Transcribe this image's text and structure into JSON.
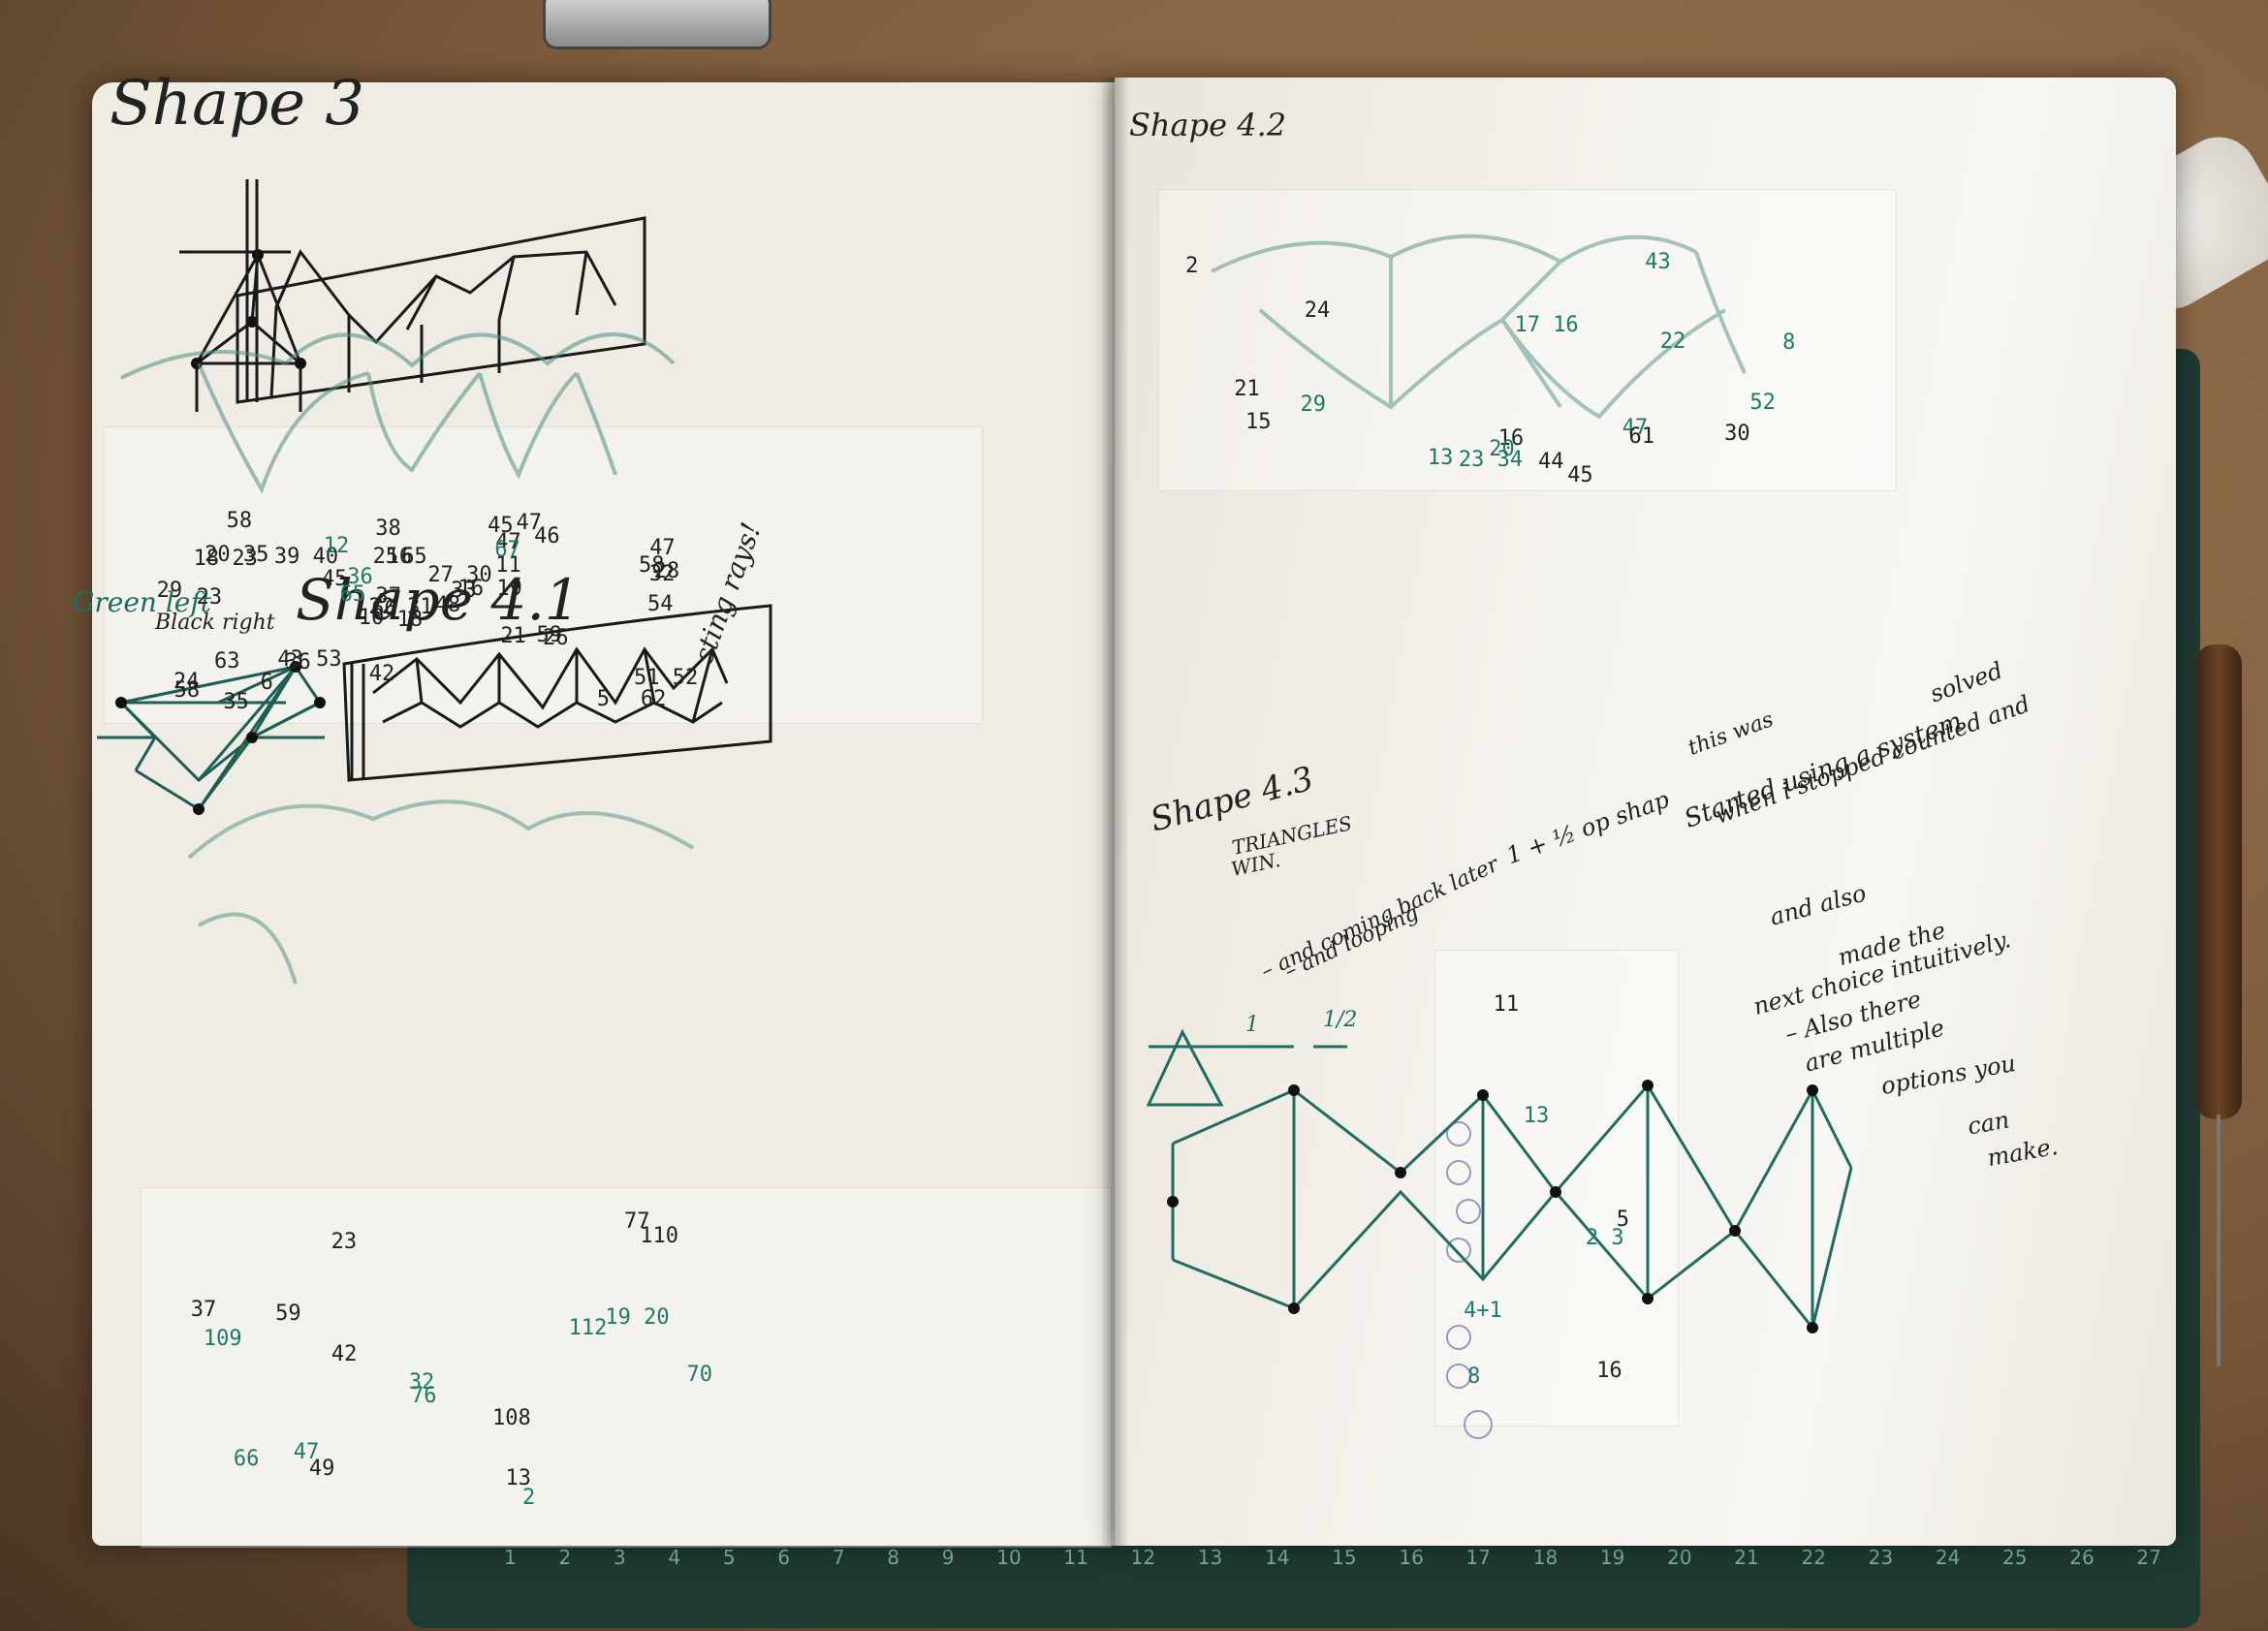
{
  "left_page": {
    "shape3": {
      "title": "Shape 3",
      "tracing_numbers": {
        "black": [
          "18",
          "18 23",
          "66",
          "24",
          "33",
          "36",
          "45",
          "65",
          "47",
          "48",
          "58",
          "62",
          "23",
          "47",
          "10",
          "11",
          "35",
          "25",
          "27 30",
          "63",
          "45",
          "58",
          "6",
          "16",
          "16 19",
          "26",
          "20 35",
          "38",
          "29",
          "21",
          "32",
          "22 31",
          "42",
          "37",
          "39 40",
          "46",
          "43 53",
          "5",
          "51 52",
          "59"
        ],
        "green": [
          "12",
          "58",
          "67",
          "28",
          "36",
          "54",
          "65",
          "47"
        ]
      }
    },
    "shape41": {
      "title": "Shape 4.1",
      "legend_green": "Green left",
      "legend_black": "Black right",
      "side_note": "sting rays!",
      "tracing_numbers": [
        "2",
        "23",
        "47",
        "59",
        "19 20",
        "13",
        "70",
        "42",
        "76",
        "49",
        "66",
        "37",
        "32",
        "108",
        "112",
        "77",
        "109",
        "110"
      ]
    }
  },
  "right_page": {
    "shape42": {
      "title": "Shape 4.2",
      "tracing_numbers": [
        "13",
        "16",
        "17 16",
        "2",
        "8",
        "15",
        "20",
        "21",
        "22",
        "24",
        "29",
        "30",
        "23 34",
        "45",
        "43",
        "44",
        "47",
        "61",
        "52"
      ]
    },
    "shape43": {
      "title": "Shape 4.3",
      "triangle_label_1": "TRIANGLES",
      "triangle_label_2": "WIN.",
      "note_coming_back": "– and coming back later",
      "note_looping": "– and looping",
      "note_half": "1 + ½ op shap",
      "note_started": "Started using a system",
      "note_this_was": "this was",
      "note_solved": "solved",
      "note_when_stopped": "when i stopped counted and",
      "note_and_also": "and also",
      "note_made": "made the",
      "note_choice": "next choice intuitively.",
      "note_also_there": "– Also there",
      "note_multiple": "are multiple",
      "note_options": "options you",
      "note_can": "can",
      "note_make": "make.",
      "scale_one": "1",
      "scale_half": "1/2",
      "tracing_numbers": [
        "2 3",
        "5",
        "8",
        "11",
        "13",
        "16",
        "4+1"
      ]
    }
  },
  "cutting_mat": {
    "ruler": [
      "1",
      "2",
      "3",
      "4",
      "5",
      "6",
      "7",
      "8",
      "9",
      "10",
      "11",
      "12",
      "13",
      "14",
      "15",
      "16",
      "17",
      "18",
      "19",
      "20",
      "21",
      "22",
      "23",
      "24",
      "25",
      "26",
      "27"
    ]
  }
}
